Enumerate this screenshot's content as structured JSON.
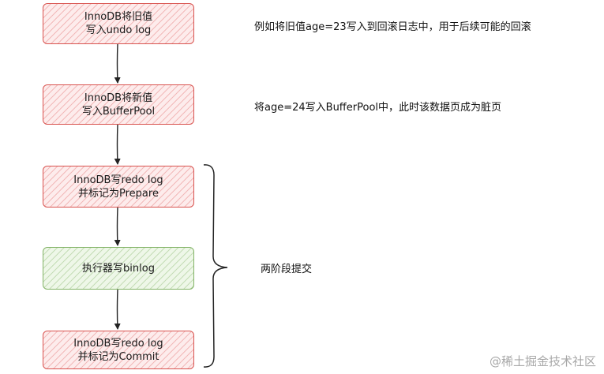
{
  "steps": [
    {
      "line1": "InnoDB将旧值",
      "line2": "写入undo log",
      "color": "red"
    },
    {
      "line1": "InnoDB将新值",
      "line2": "写入BufferPool",
      "color": "red"
    },
    {
      "line1": "InnoDB写redo log",
      "line2": "并标记为Prepare",
      "color": "red"
    },
    {
      "line1": "执行器写binlog",
      "line2": "",
      "color": "green"
    },
    {
      "line1": "InnoDB写redo log",
      "line2": "并标记为Commit",
      "color": "red"
    }
  ],
  "notes": {
    "undo": "例如将旧值age=23写入到回滚日志中，用于后续可能的回滚",
    "buffer": "将age=24写入BufferPool中，此时该数据页成为脏页",
    "two_phase": "两阶段提交"
  },
  "watermark": "@稀土掘金技术社区",
  "colors": {
    "red_border": "#d9534f",
    "red_fill": "#fdecec",
    "green_border": "#82b366",
    "green_fill": "#eef7e8",
    "arrow": "#222222"
  }
}
